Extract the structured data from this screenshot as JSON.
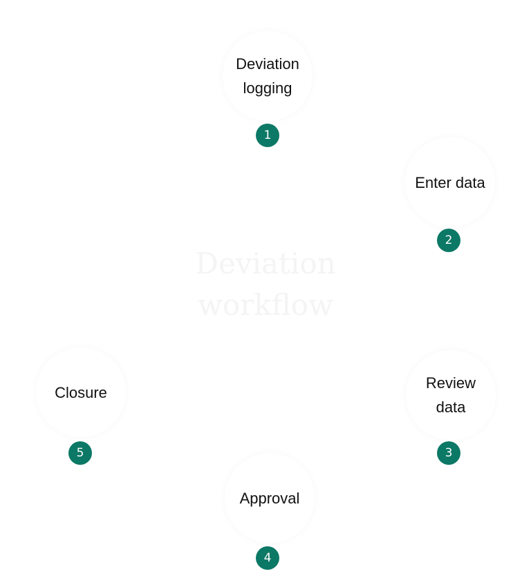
{
  "colors": {
    "badge": "#0c7866",
    "background": "#ffffff",
    "watermark": "#f4f4f4"
  },
  "center": {
    "title_line1": "Deviation",
    "title_line2": "workflow"
  },
  "steps": [
    {
      "number": "1",
      "label": "Deviation logging"
    },
    {
      "number": "2",
      "label": "Enter data"
    },
    {
      "number": "3",
      "label": "Review data"
    },
    {
      "number": "4",
      "label": "Approval"
    },
    {
      "number": "5",
      "label": "Closure"
    }
  ]
}
